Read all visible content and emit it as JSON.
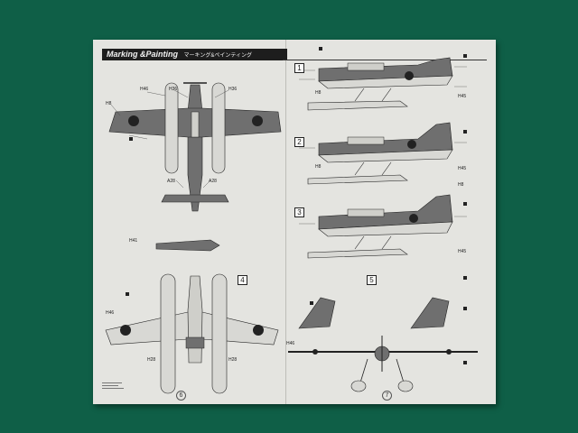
{
  "header": {
    "title": "Marking &Painting",
    "subtitle": "マーキング&ペインティング"
  },
  "scheme_numbers": [
    "1",
    "2",
    "3",
    "4",
    "5"
  ],
  "page_numbers": [
    "6",
    "7"
  ],
  "callouts": {
    "top_view": [
      "H46",
      "H36",
      "H8",
      "A28",
      "A28",
      "H36"
    ],
    "lower_left": [
      "H41",
      "H46",
      "H28",
      "H28"
    ],
    "right_views": [
      "H8",
      "H45",
      "H8",
      "H45",
      "H46",
      "H8",
      "H45"
    ]
  },
  "colors": {
    "background": "#0f5f47",
    "paper": "#e4e4e0",
    "aircraft_dark": "#6f6f6f",
    "aircraft_light": "#d8d8d4",
    "hinomaru": "#222222"
  },
  "icons": [
    "roundel-icon",
    "marking-square-icon"
  ]
}
